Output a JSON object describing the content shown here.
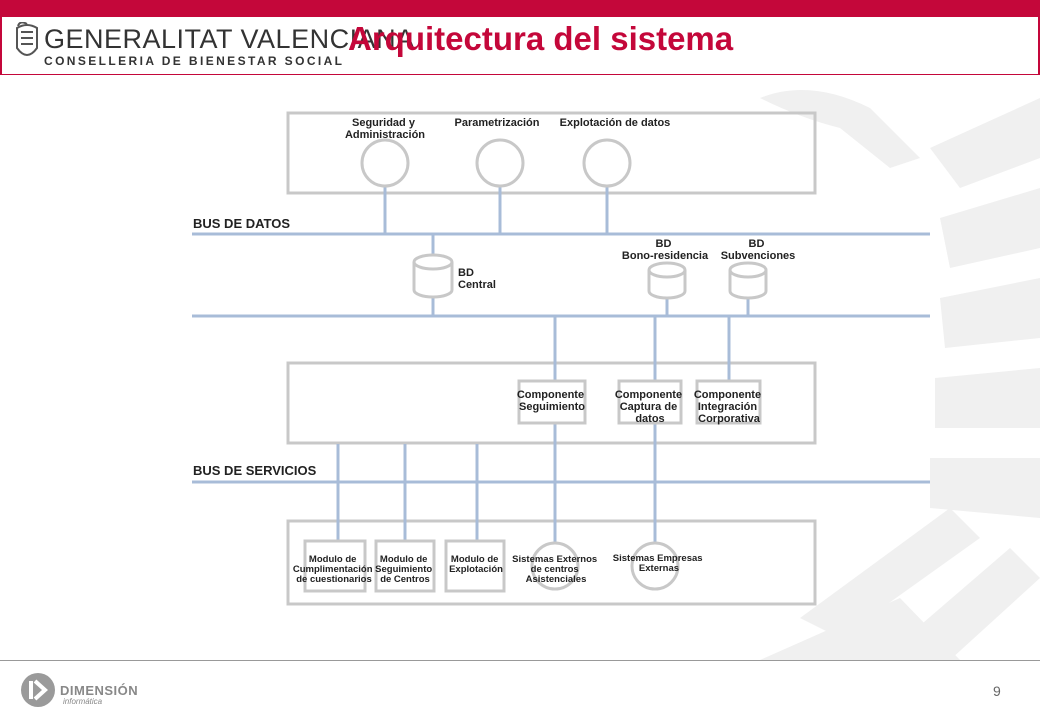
{
  "header": {
    "logo_title": "GENERALITAT VALENCIANA",
    "logo_subtitle": "CONSELLERIA DE BIENESTAR SOCIAL",
    "page_title": "Arquitectura del sistema"
  },
  "diagram": {
    "top_modules": [
      {
        "lines": [
          "Seguridad y",
          "Administración"
        ]
      },
      {
        "lines": [
          "Parametrización"
        ]
      },
      {
        "lines": [
          "Explotación de datos"
        ]
      }
    ],
    "bus_datos_label": "BUS DE DATOS",
    "databases": [
      {
        "lines": [
          "BD",
          "Central"
        ]
      },
      {
        "lines": [
          "BD",
          "Bono-residencia"
        ]
      },
      {
        "lines": [
          "BD",
          "Subvenciones"
        ]
      }
    ],
    "components": [
      {
        "lines": [
          "Componente",
          "Seguimiento"
        ]
      },
      {
        "lines": [
          "Componente",
          "Captura de",
          "datos"
        ]
      },
      {
        "lines": [
          "Componente",
          "Integración",
          "Corporativa"
        ]
      }
    ],
    "bus_servicios_label": "BUS DE SERVICIOS",
    "bottom_modules": [
      {
        "lines": [
          "Modulo de",
          "Cumplimentación",
          "de cuestionarios"
        ]
      },
      {
        "lines": [
          "Modulo de",
          "Seguimiento",
          "de Centros"
        ]
      },
      {
        "lines": [
          "Modulo de",
          "Explotación"
        ]
      }
    ],
    "external_systems": [
      {
        "lines": [
          "Sistemas Externos",
          "de centros",
          "Asistenciales"
        ]
      },
      {
        "lines": [
          "Sistemas Empresas",
          "Externas"
        ]
      }
    ]
  },
  "footer": {
    "brand": "DIMENSIÓN",
    "brand_sub": "informática",
    "page_number": "9"
  },
  "colors": {
    "accent": "#c4073a",
    "bus_line": "#a8bcd8",
    "box_border": "#c8c8c8"
  }
}
